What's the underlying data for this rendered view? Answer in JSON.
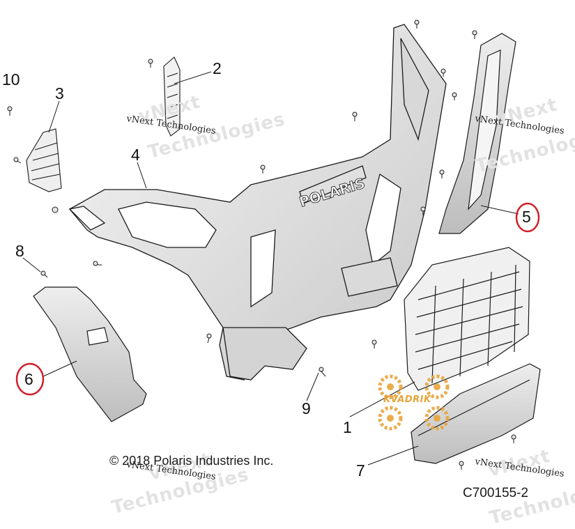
{
  "callouts": [
    "1",
    "2",
    "3",
    "4",
    "5",
    "6",
    "7",
    "8",
    "9",
    "10"
  ],
  "copyright": "© 2018 Polaris Industries Inc.",
  "drawing_number": "C700155-2",
  "watermark": {
    "line1": "vNext Technologies",
    "line2": "Technologies",
    "line3": "vNext"
  },
  "logo_text": "KVADRIK",
  "brand_text": "POLARIS",
  "colors": {
    "line": "#1a1a1a",
    "part_fill": "#ededed",
    "part_shade": "#c9c9c9",
    "highlight_circle": "#d21f2b",
    "logo_orange": "#e8a53a"
  }
}
